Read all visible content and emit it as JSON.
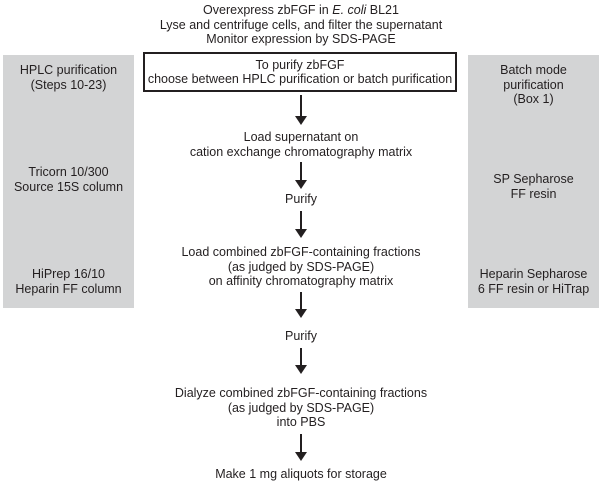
{
  "colors": {
    "page_bg": "#ffffff",
    "panel_bg": "#d3d4d5",
    "text": "#231f20",
    "choice_box_border": "#231f20",
    "arrow": "#231f20"
  },
  "header": {
    "line1": {
      "pre": "Overexpress zbFGF in ",
      "italic": "E. coli",
      "post": " BL21"
    },
    "line2": "Lyse and centrifuge cells, and filter the supernatant",
    "line3": "Monitor expression by SDS-PAGE"
  },
  "left_panel": {
    "title_lines": [
      "HPLC purification",
      "(Steps 10-23)"
    ],
    "middle_lines": [
      "Tricorn 10/300",
      "Source 15S column"
    ],
    "bottom_lines": [
      "HiPrep 16/10",
      "Heparin FF column"
    ]
  },
  "right_panel": {
    "title_lines": [
      "Batch mode",
      "purification",
      "(Box 1)"
    ],
    "middle_lines": [
      "SP Sepharose",
      "FF resin"
    ],
    "bottom_lines": [
      "Heparin Sepharose",
      "6 FF resin or HiTrap"
    ]
  },
  "flow": {
    "choice_box": {
      "line1": "To purify zbFGF",
      "line2": "choose between HPLC purification or batch purification"
    },
    "step_load_cation": {
      "line1": "Load supernatant on",
      "line2": "cation exchange chromatography matrix"
    },
    "purify1": "Purify",
    "step_load_affinity": {
      "line1": "Load combined zbFGF-containing fractions",
      "line2": "(as judged by SDS-PAGE)",
      "line3": "on affinity chromatography matrix"
    },
    "purify2": "Purify",
    "step_dialyze": {
      "line1": "Dialyze combined zbFGF-containing fractions",
      "line2": "(as judged by SDS-PAGE)",
      "line3": "into PBS"
    },
    "final_step": "Make 1 mg aliquots for storage"
  }
}
